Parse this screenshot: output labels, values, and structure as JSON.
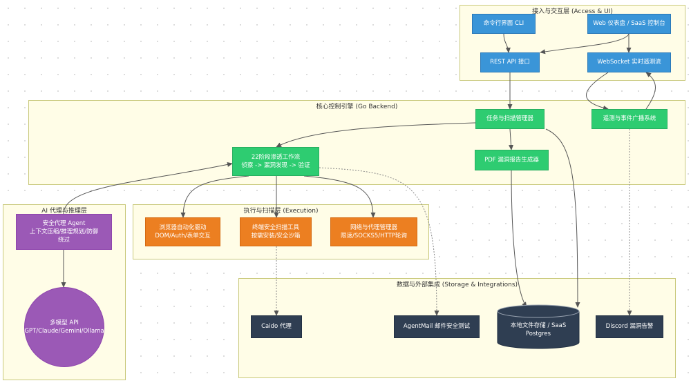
{
  "groups": {
    "access": "接入与交互层 (Access & UI)",
    "core": "核心控制引擎 (Go Backend)",
    "ai": "AI 代理与推理层",
    "exec": "执行与扫描层 (Execution)",
    "storage": "数据与外部集成 (Storage & Integrations)"
  },
  "nodes": {
    "cli": [
      "命令行界面 CLI"
    ],
    "web": [
      "Web 仪表盘 / SaaS 控制台"
    ],
    "rest": [
      "REST API 接口"
    ],
    "ws": [
      "WebSocket 实时遥测流"
    ],
    "task": [
      "任务与扫描管理器"
    ],
    "telemetry": [
      "遥测与事件广播系统"
    ],
    "workflow": [
      "22阶段渗透工作流",
      "侦察 -> 漏洞发现 -> 验证"
    ],
    "pdf": [
      "PDF 漏洞报告生成器"
    ],
    "agent": [
      "安全代理 Agent",
      "上下文压缩/推理规划/防御",
      "绕过"
    ],
    "llm": [
      "多模型 API",
      "GPT/Claude/Gemini/Ollama"
    ],
    "browser": [
      "浏览器自动化驱动",
      "DOM/Auth/表单交互"
    ],
    "terminal": [
      "终端安全扫描工具",
      "按需安装/安全沙箱"
    ],
    "network": [
      "网络与代理管理器",
      "限速/SOCKS5/HTTP轮询"
    ],
    "caido": [
      "Caido 代理"
    ],
    "agentmail": [
      "AgentMail 邮件安全测试"
    ],
    "storage": [
      "本地文件存储 / SaaS",
      "Postgres"
    ],
    "discord": [
      "Discord 漏洞告警"
    ]
  },
  "colors": {
    "blue": "#3a95d8",
    "green": "#2ecc71",
    "purple": "#9b59b6",
    "orange": "#ec7f21",
    "dark": "#2f3e52",
    "group": "#fffde7",
    "edge": "#555555"
  }
}
